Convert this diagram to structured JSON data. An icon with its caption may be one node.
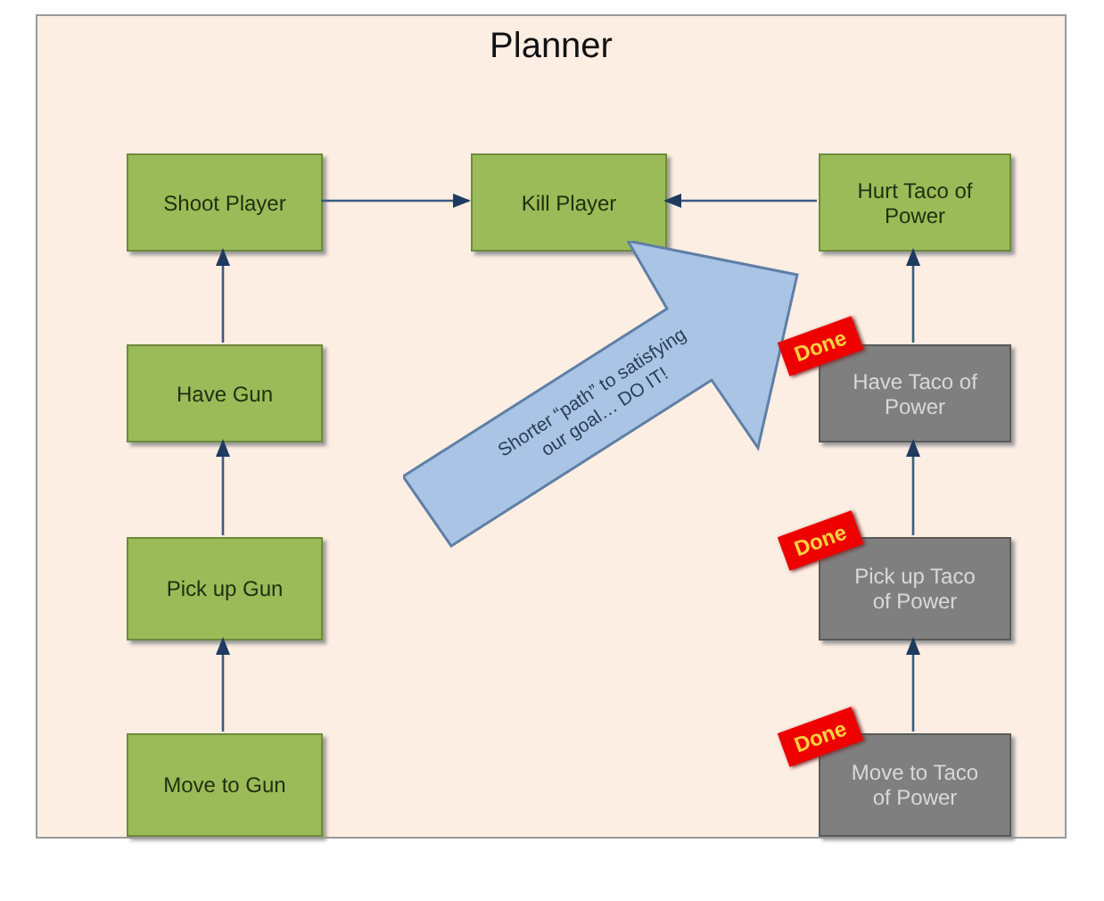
{
  "diagram": {
    "nodes": [
      {
        "text": [
          "Planner"
        ]
      },
      {
        "text": [
          "Shoot Player"
        ],
        "in": 0
      },
      {
        "text": [
          "Kill Player"
        ],
        "in": 0
      },
      {
        "text": [
          "Hurt Taco of Power"
        ],
        "in": 0
      },
      {
        "text": [
          "Have Gun"
        ],
        "in": 0
      },
      {
        "text": [
          "Have Taco of Power"
        ],
        "in": 0
      },
      {
        "text": [
          "Pick up Gun"
        ],
        "in": 0
      },
      {
        "text": [
          "Pick up Taco of Power"
        ],
        "in": 0
      },
      {
        "text": [
          "Move to Gun"
        ],
        "in": 0
      },
      {
        "text": [
          "Move to Taco of Power"
        ],
        "in": 0
      },
      {
        "text": [
          "Shorter “path” to satisfying our goal… DO IT!"
        ],
        "in": 0
      },
      {
        "text": [
          "Done"
        ],
        "in": 0
      },
      {
        "text": [
          "Done"
        ],
        "in": 0
      },
      {
        "text": [
          "Done"
        ],
        "in": 0
      }
    ],
    "edges": [
      {
        "from": 8,
        "to": 6,
        "arrow": "to"
      },
      {
        "from": 6,
        "to": 4,
        "arrow": "to"
      },
      {
        "from": 4,
        "to": 1,
        "arrow": "to"
      },
      {
        "from": 1,
        "to": 2,
        "arrow": "to"
      },
      {
        "from": 3,
        "to": 2,
        "arrow": "to"
      },
      {
        "from": 9,
        "to": 7,
        "arrow": "to"
      },
      {
        "from": 7,
        "to": 5,
        "arrow": "to"
      },
      {
        "from": 5,
        "to": 3,
        "arrow": "to"
      }
    ]
  }
}
